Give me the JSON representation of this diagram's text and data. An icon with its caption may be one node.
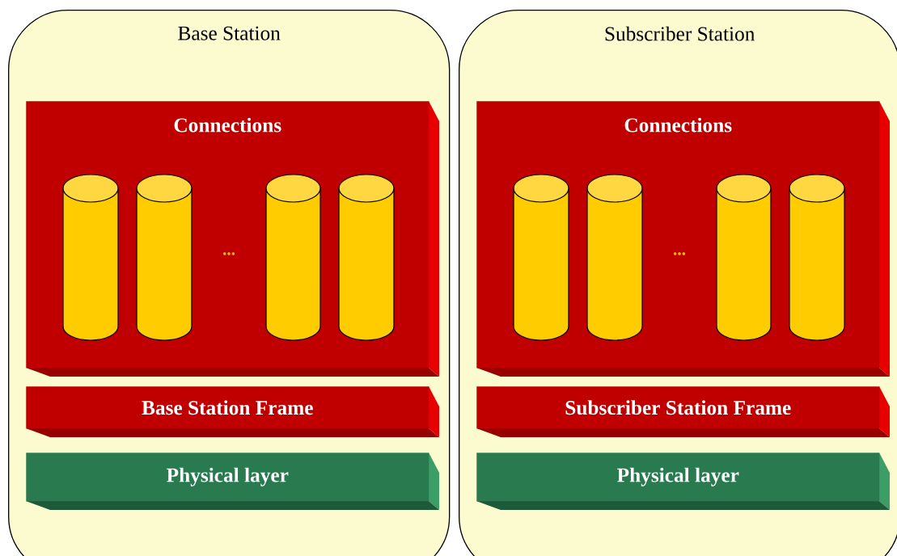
{
  "diagram": {
    "nodes": [
      {
        "text": [
          "Base Station"
        ]
      },
      {
        "text": [
          "Connections"
        ],
        "in": 0
      },
      {
        "text": [],
        "shape": "cylinder",
        "in": 1
      },
      {
        "text": [],
        "shape": "cylinder",
        "in": 1
      },
      {
        "text": [],
        "shape": "cylinder",
        "in": 1
      },
      {
        "text": [],
        "shape": "cylinder",
        "in": 1
      },
      {
        "text": [
          "Base Station Frame"
        ],
        "in": 0
      },
      {
        "text": [
          "Physical layer"
        ],
        "in": 0
      },
      {
        "text": [
          "Subscriber Station"
        ]
      },
      {
        "text": [
          "Connections"
        ],
        "in": 8
      },
      {
        "text": [],
        "shape": "cylinder",
        "in": 9
      },
      {
        "text": [],
        "shape": "cylinder",
        "in": 9
      },
      {
        "text": [],
        "shape": "cylinder",
        "in": 9
      },
      {
        "text": [],
        "shape": "cylinder",
        "in": 9
      },
      {
        "text": [
          "Subscriber Station Frame"
        ],
        "in": 8
      },
      {
        "text": [
          "Physical layer"
        ],
        "in": 8
      }
    ],
    "labels": [
      "...",
      "..."
    ]
  }
}
